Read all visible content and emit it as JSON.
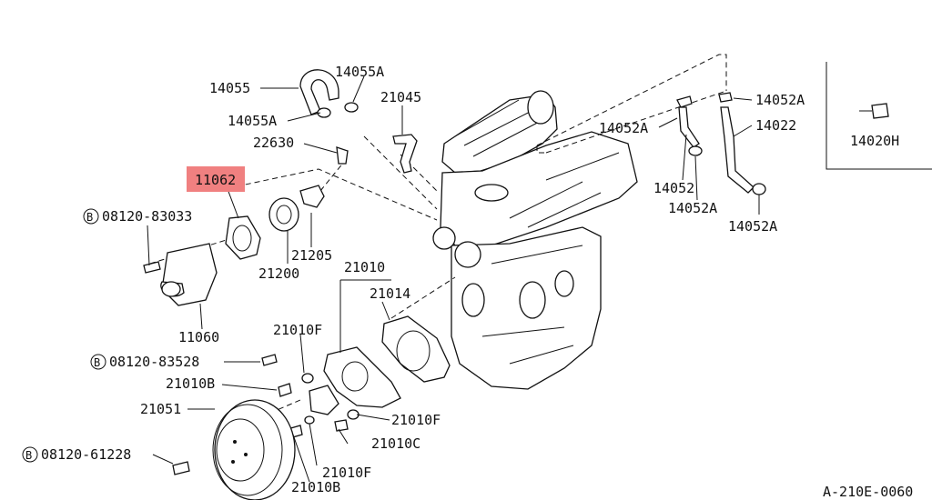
{
  "page_code": "A-210E-0060",
  "highlighted_part": "11062",
  "callouts": [
    {
      "id": "p14055",
      "label": "14055"
    },
    {
      "id": "p14055a_top",
      "label": "14055A"
    },
    {
      "id": "p14055a_left",
      "label": "14055A"
    },
    {
      "id": "p21045",
      "label": "21045"
    },
    {
      "id": "p22630",
      "label": "22630"
    },
    {
      "id": "p11062",
      "label": "11062"
    },
    {
      "id": "p08120_83033",
      "label": "08120-83033",
      "circled_prefix": "B"
    },
    {
      "id": "p21205",
      "label": "21205"
    },
    {
      "id": "p21200",
      "label": "21200"
    },
    {
      "id": "p11060",
      "label": "11060"
    },
    {
      "id": "p21010",
      "label": "21010"
    },
    {
      "id": "p21014",
      "label": "21014"
    },
    {
      "id": "p21010f_top",
      "label": "21010F"
    },
    {
      "id": "p08120_83528",
      "label": "08120-83528",
      "circled_prefix": "B"
    },
    {
      "id": "p21010b_top",
      "label": "21010B"
    },
    {
      "id": "p21051",
      "label": "21051"
    },
    {
      "id": "p21010f_right",
      "label": "21010F"
    },
    {
      "id": "p21010c",
      "label": "21010C"
    },
    {
      "id": "p08120_61228",
      "label": "08120-61228",
      "circled_prefix": "B"
    },
    {
      "id": "p21010f_bottom",
      "label": "21010F"
    },
    {
      "id": "p21010b_bottom",
      "label": "21010B"
    },
    {
      "id": "p14052a_mid",
      "label": "14052A"
    },
    {
      "id": "p14052a_topright",
      "label": "14052A"
    },
    {
      "id": "p14022",
      "label": "14022"
    },
    {
      "id": "p14052",
      "label": "14052"
    },
    {
      "id": "p14052a_low",
      "label": "14052A"
    },
    {
      "id": "p14052a_right",
      "label": "14052A"
    },
    {
      "id": "p14020h",
      "label": "14020H"
    }
  ]
}
